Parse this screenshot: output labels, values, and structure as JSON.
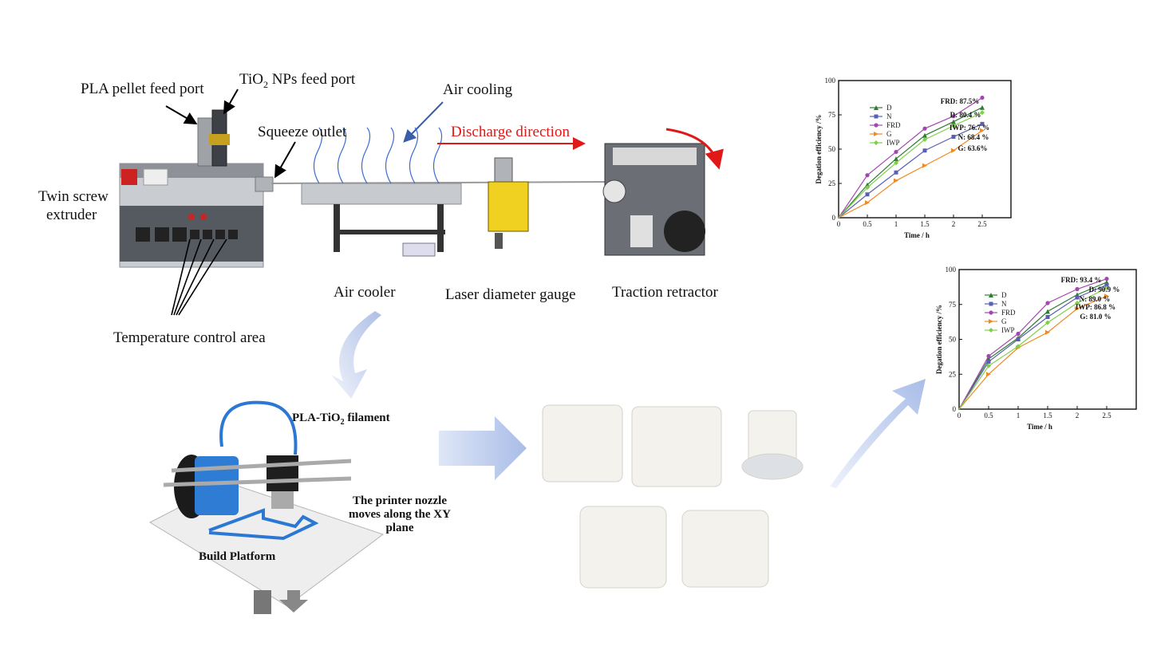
{
  "labels": {
    "pla_feed": "PLA pellet feed port",
    "tio2_feed_prefix": "TiO",
    "tio2_feed_sub": "2",
    "tio2_feed_suffix": " NPs feed port",
    "air_cooling": "Air cooling",
    "squeeze_outlet": "Squeeze outlet",
    "discharge": "Discharge direction",
    "twin_screw": "Twin screw",
    "extruder": "extruder",
    "air_cooler": "Air cooler",
    "laser_gauge": "Laser diameter gauge",
    "traction": "Traction retractor",
    "temp_control": "Temperature control area",
    "filament_prefix": "PLA-TiO",
    "filament_sub": "2",
    "filament_suffix": " filament",
    "nozzle_line1": "The printer nozzle",
    "nozzle_line2": "moves along the XY",
    "nozzle_line3": "plane",
    "build_platform": "Build Platform"
  },
  "colors": {
    "D": "#2e7d32",
    "N": "#5a5fb5",
    "FRD": "#a347b0",
    "G": "#f08a24",
    "IWP": "#7fcf4a",
    "discharge": "#e01818",
    "flow_arrow": "#b8c9ec"
  },
  "chart_data": [
    {
      "type": "line",
      "xlabel": "Time / h",
      "ylabel": "Degation efficiency /%",
      "xlim": [
        0,
        3
      ],
      "ylim": [
        0,
        100
      ],
      "xticks": [
        "0",
        "0.5",
        "1",
        "1.5",
        "2",
        "2.5"
      ],
      "yticks": [
        "0",
        "25",
        "50",
        "75",
        "100"
      ],
      "legend_position": "top-left",
      "x": [
        0,
        0.5,
        1,
        1.5,
        2,
        2.5
      ],
      "series": [
        {
          "name": "D",
          "values": [
            0,
            24,
            43,
            60,
            70,
            80.4
          ],
          "marker": "triangle"
        },
        {
          "name": "N",
          "values": [
            0,
            17,
            33,
            49,
            59,
            68.4
          ],
          "marker": "square"
        },
        {
          "name": "FRD",
          "values": [
            0,
            31,
            48,
            65,
            74,
            87.5
          ],
          "marker": "circle"
        },
        {
          "name": "G",
          "values": [
            0,
            11,
            27,
            38,
            49,
            63.6
          ],
          "marker": "triangle-right"
        },
        {
          "name": "IWP",
          "values": [
            0,
            22,
            40,
            57,
            67,
            76.7
          ],
          "marker": "diamond"
        }
      ],
      "annotations": [
        "FRD: 87.5%",
        "D: 80.4 %",
        "IWP: 76.7 %",
        "N: 68.4 %",
        "G:   63.6%"
      ]
    },
    {
      "type": "line",
      "xlabel": "Time / h",
      "ylabel": "Degation efficiency /%",
      "xlim": [
        0,
        3
      ],
      "ylim": [
        0,
        100
      ],
      "xticks": [
        "0",
        "0.5",
        "1",
        "1.5",
        "2",
        "2.5"
      ],
      "yticks": [
        "0",
        "25",
        "50",
        "75",
        "100"
      ],
      "legend_position": "top-left",
      "x": [
        0,
        0.5,
        1,
        1.5,
        2,
        2.5
      ],
      "series": [
        {
          "name": "D",
          "values": [
            0,
            36,
            51,
            70,
            82,
            90.9
          ],
          "marker": "triangle"
        },
        {
          "name": "N",
          "values": [
            0,
            34,
            50,
            66,
            80,
            89.0
          ],
          "marker": "square"
        },
        {
          "name": "FRD",
          "values": [
            0,
            38,
            54,
            76,
            86,
            93.4
          ],
          "marker": "circle"
        },
        {
          "name": "G",
          "values": [
            0,
            25,
            44,
            55,
            72,
            81.0
          ],
          "marker": "triangle-right"
        },
        {
          "name": "IWP",
          "values": [
            0,
            31,
            45,
            62,
            76,
            86.8
          ],
          "marker": "diamond"
        }
      ],
      "annotations": [
        "FRD:  93.4 %",
        "D: 90.9 %",
        "N:   89.0 %",
        "IWP: 86.8 %",
        "G:  81.0 %"
      ]
    }
  ]
}
